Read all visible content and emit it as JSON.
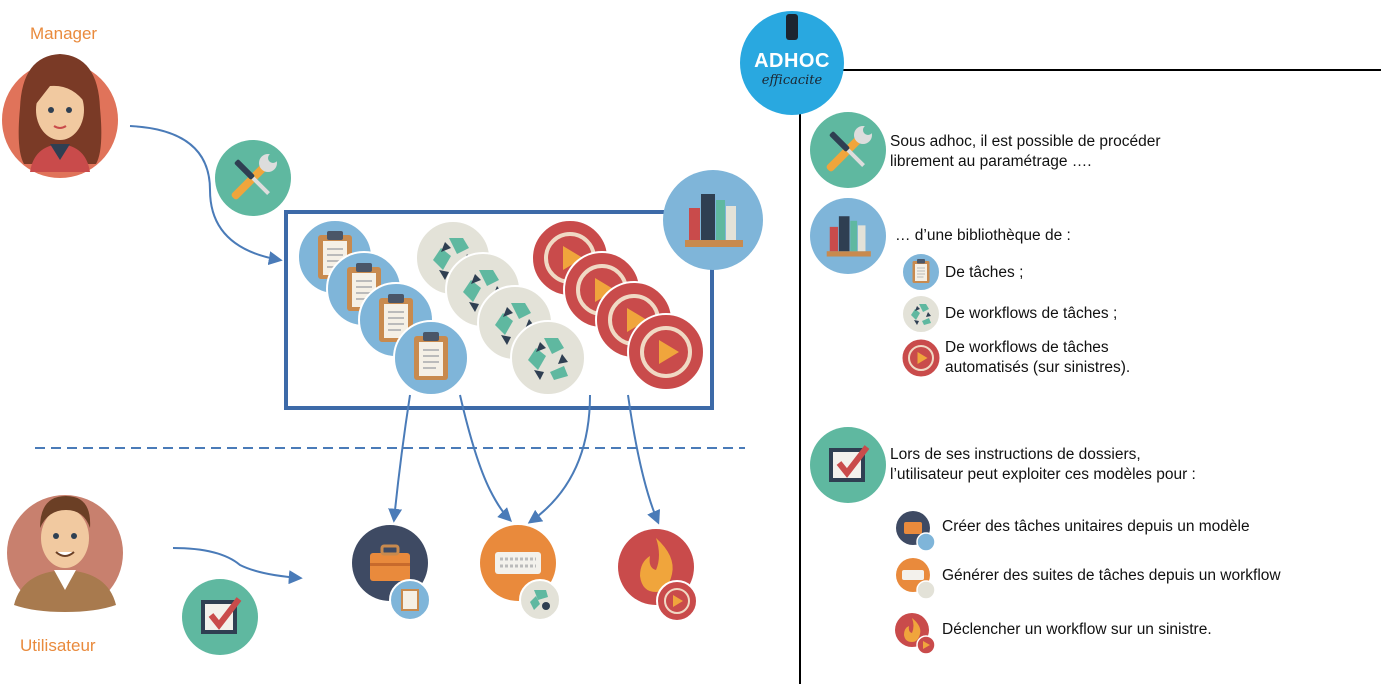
{
  "roles": {
    "manager": "Manager",
    "user": "Utilisateur"
  },
  "logo": {
    "line1_a": "ADH",
    "line1_b": "OC",
    "line2": "efficacite"
  },
  "panel": {
    "config": {
      "line1": "Sous adhoc, il est possible de procéder",
      "line2": "librement au paramétrage …."
    },
    "library": {
      "intro": "… d’une bibliothèque de :",
      "items": [
        {
          "text": "De tâches ;",
          "icon": "clipboard-icon"
        },
        {
          "text": "De workflows de tâches ;",
          "icon": "workflow-icon"
        },
        {
          "text": "De workflows de tâches",
          "text2": "automatisés (sur sinistres).",
          "icon": "play-icon"
        }
      ]
    },
    "usage": {
      "line1": "Lors de ses instructions de dossiers,",
      "line2": "l’utilisateur peut exploiter ces modèles pour :",
      "items": [
        {
          "text": "Créer des tâches unitaires depuis un modèle",
          "icon": "briefcase-icon"
        },
        {
          "text": "Générer des suites de tâches depuis un workflow",
          "icon": "keyboard-icon"
        },
        {
          "text": "Déclencher un workflow sur un sinistre.",
          "icon": "fire-icon"
        }
      ]
    }
  },
  "colors": {
    "accent_orange": "#e98a3c",
    "arrow_blue": "#4a7bb8",
    "box_blue": "#3d6aa8",
    "teal": "#5fb8a0",
    "light_blue": "#7fb5d9",
    "red": "#c94b4b",
    "logo_blue": "#29a8e0"
  }
}
